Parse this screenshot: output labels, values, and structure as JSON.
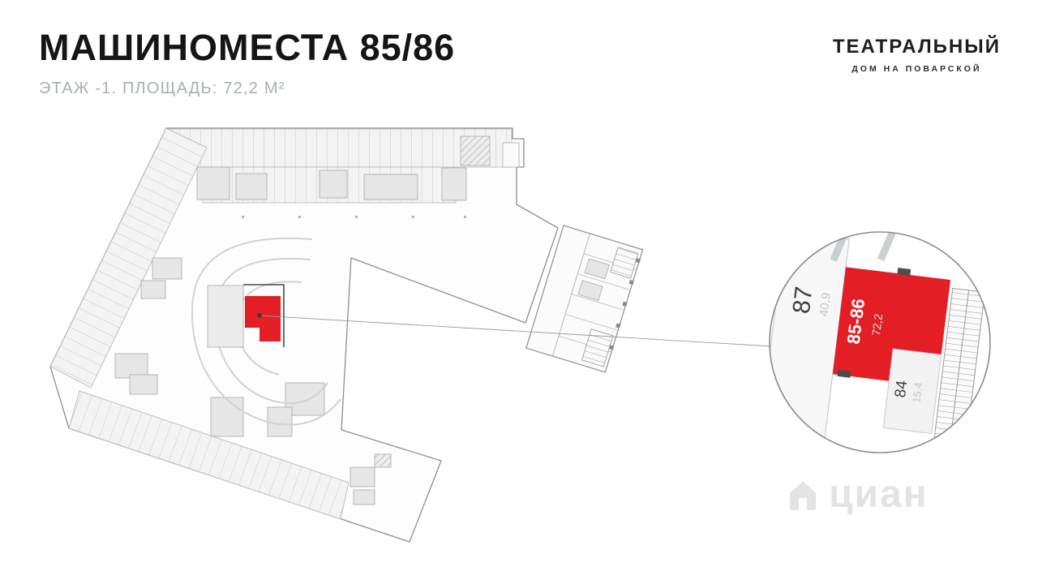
{
  "header": {
    "title": "МАШИНОМЕСТА 85/86",
    "subtitle": "ЭТАЖ -1. ПЛОЩАДЬ: 72,2 М²"
  },
  "brand": {
    "name": "ТЕАТРАЛЬНЫЙ",
    "tagline": "ДОМ НА ПОВАРСКОЙ"
  },
  "detail": {
    "spaces": [
      {
        "id": "87",
        "area": "40,9",
        "highlighted": false
      },
      {
        "id": "85-86",
        "area": "72,2",
        "highlighted": true
      },
      {
        "id": "84",
        "area": "15,4",
        "highlighted": false
      }
    ]
  },
  "colors": {
    "highlight": "#e31e24",
    "plan_line": "#8f8f8f",
    "plan_fill": "#f3f3f3",
    "muted_text": "#a7aeb5"
  },
  "watermark": {
    "text": "циан"
  }
}
